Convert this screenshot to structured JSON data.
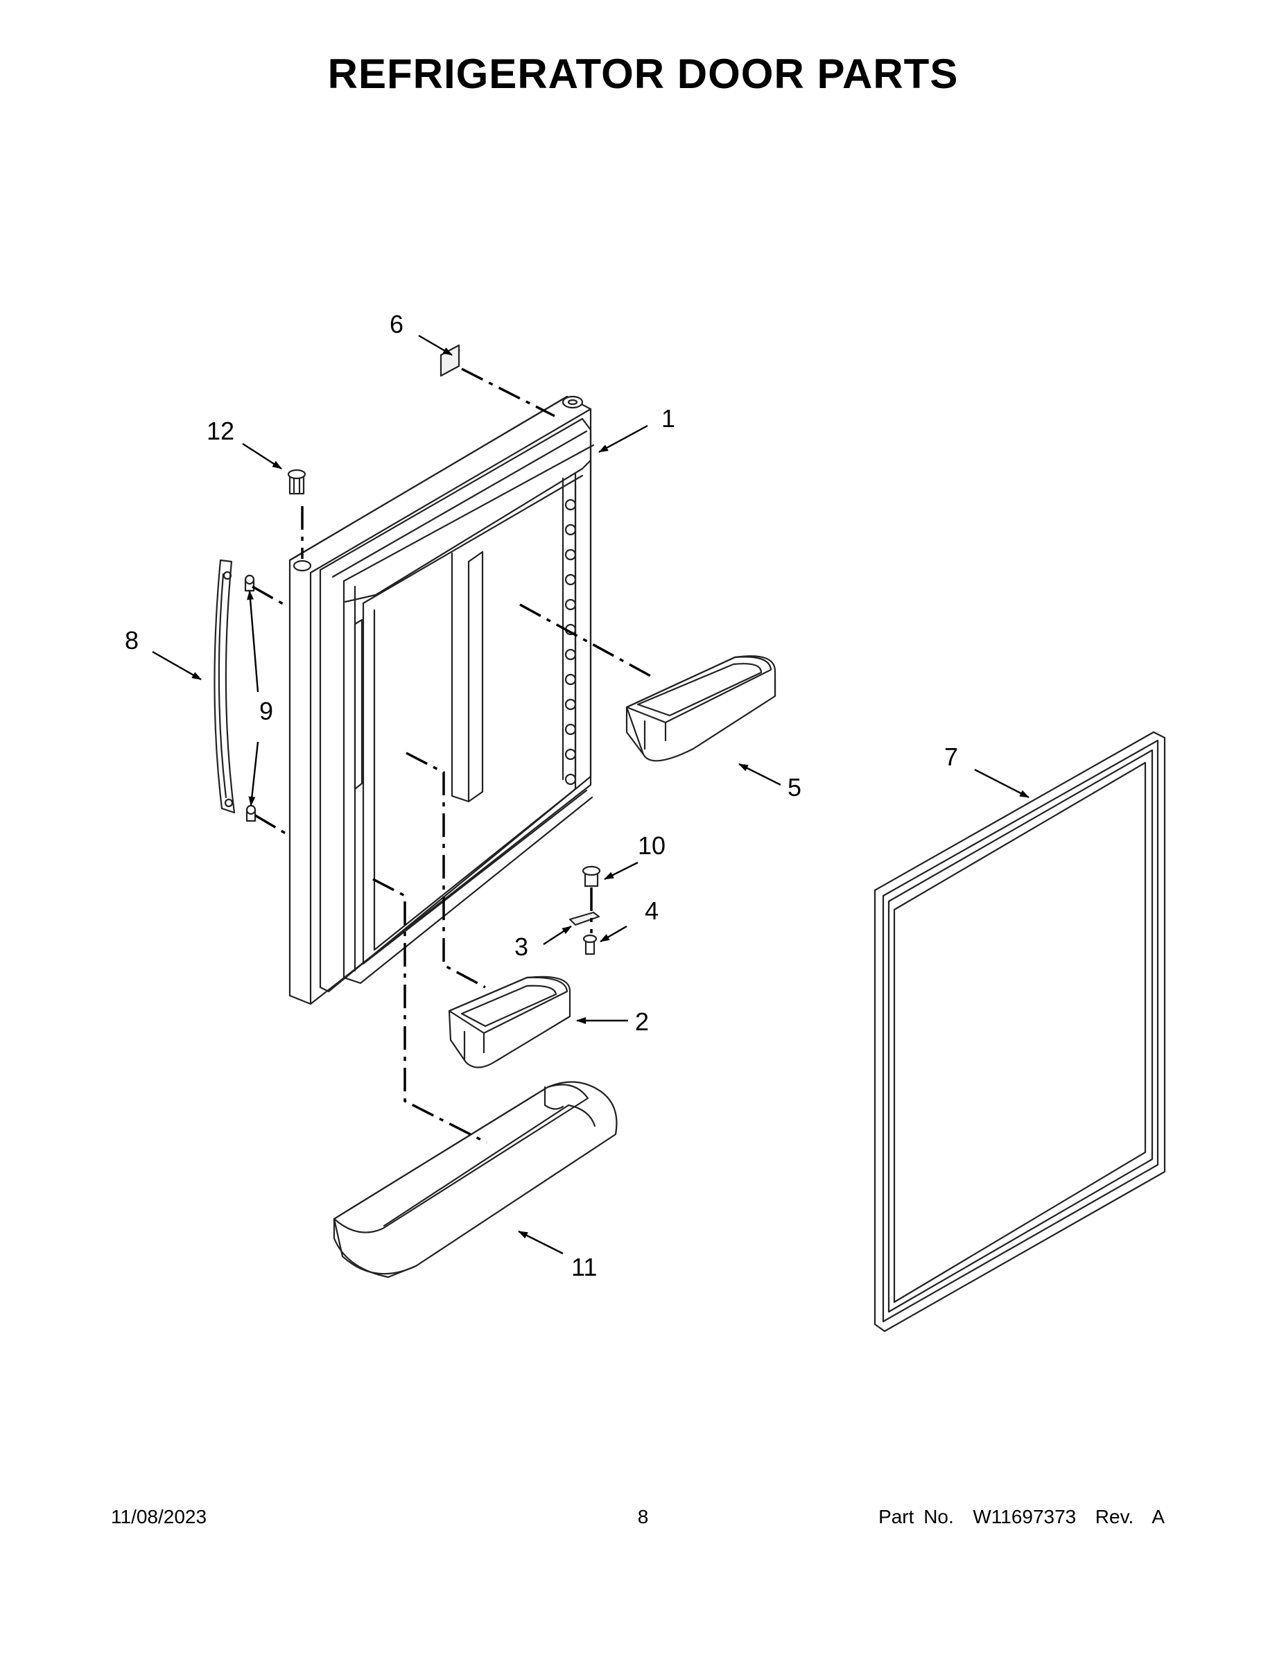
{
  "title": "REFRIGERATOR DOOR PARTS",
  "callouts": {
    "c1": "1",
    "c2": "2",
    "c3": "3",
    "c4": "4",
    "c5": "5",
    "c6": "6",
    "c7": "7",
    "c8": "8",
    "c9": "9",
    "c10": "10",
    "c11": "11",
    "c12": "12"
  },
  "footer": {
    "date": "11/08/2023",
    "page": "8",
    "part": "Part No.  W11697373  Rev.  A"
  }
}
